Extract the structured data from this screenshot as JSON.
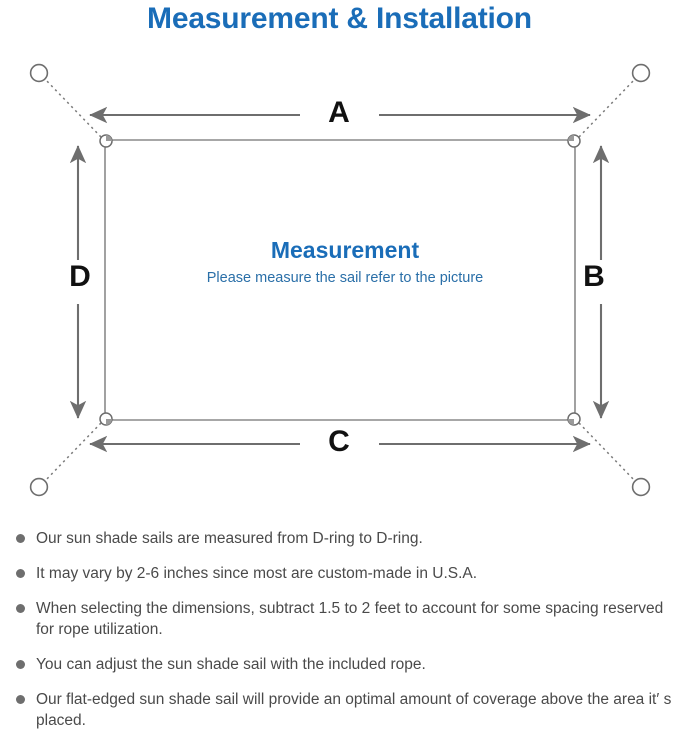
{
  "page": {
    "title": "Measurement & Installation",
    "title_color": "#1a6db8"
  },
  "diagram": {
    "name": "sun-shade-sail-measurement-diagram",
    "center": {
      "heading": "Measurement",
      "subtitle": "Please measure the sail refer to the picture",
      "heading_color": "#1a6db8",
      "subtitle_color": "#2a6fa8"
    },
    "dimension_labels": {
      "top": "A",
      "right": "B",
      "bottom": "C",
      "left": "D"
    },
    "colors": {
      "sail_outline": "#8a8a8a",
      "arrow": "#6e6e6e",
      "rope_dotted": "#7a7a7a",
      "anchor_ring": "#6e6e6e",
      "d_ring": "#6e6e6e"
    },
    "icon_names": [
      "anchor-point-top-left-icon",
      "anchor-point-top-right-icon",
      "anchor-point-bottom-left-icon",
      "anchor-point-bottom-right-icon",
      "d-ring-top-left-icon",
      "d-ring-top-right-icon",
      "d-ring-bottom-left-icon",
      "d-ring-bottom-right-icon",
      "dimension-arrow-top-icon",
      "dimension-arrow-bottom-icon",
      "dimension-arrow-left-icon",
      "dimension-arrow-right-icon",
      "rope-line-top-left-icon",
      "rope-line-top-right-icon",
      "rope-line-bottom-left-icon",
      "rope-line-bottom-right-icon"
    ]
  },
  "notes": [
    {
      "text": "Our sun shade sails are measured from D-ring to D-ring."
    },
    {
      "text": "It may vary by 2-6 inches since most are custom-made in U.S.A."
    },
    {
      "text": "When selecting the dimensions, subtract 1.5 to 2 feet to account for some spacing reserved for rope utilization."
    },
    {
      "text": "You can adjust the sun shade sail with the included rope."
    },
    {
      "text": "Our flat-edged sun shade sail will provide an optimal amount of coverage above the area it′ s placed."
    }
  ]
}
